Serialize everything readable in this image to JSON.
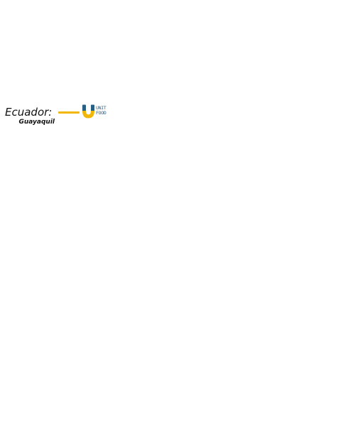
{
  "location": {
    "country": "Ecuador:",
    "city": "Guayaquil"
  },
  "logo": {
    "icon": "unit-food-logo",
    "line1": "UNIT",
    "line2": "FOOD",
    "colors": {
      "blue": "#2a5f84",
      "yellow": "#f2b705"
    }
  }
}
